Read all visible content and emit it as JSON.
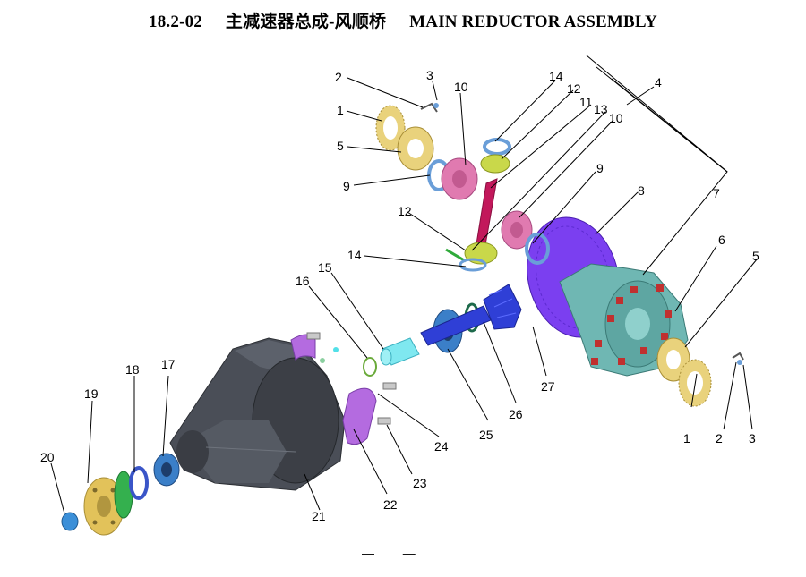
{
  "title": {
    "code": "18.2-02",
    "cn": "主减速器总成-风顺桥",
    "en": "MAIN REDUCTOR ASSEMBLY"
  },
  "callouts": [
    {
      "id": "c1a",
      "text": "1"
    },
    {
      "id": "c2a",
      "text": "2"
    },
    {
      "id": "c3a",
      "text": "3"
    },
    {
      "id": "c10a",
      "text": "10"
    },
    {
      "id": "c14a",
      "text": "14"
    },
    {
      "id": "c12a",
      "text": "12"
    },
    {
      "id": "c11",
      "text": "11"
    },
    {
      "id": "c13",
      "text": "13"
    },
    {
      "id": "c10b",
      "text": "10"
    },
    {
      "id": "c4",
      "text": "4"
    },
    {
      "id": "c5a",
      "text": "5"
    },
    {
      "id": "c9a",
      "text": "9"
    },
    {
      "id": "c9b",
      "text": "9"
    },
    {
      "id": "c8",
      "text": "8"
    },
    {
      "id": "c7",
      "text": "7"
    },
    {
      "id": "c12b",
      "text": "12"
    },
    {
      "id": "c14b",
      "text": "14"
    },
    {
      "id": "c6",
      "text": "6"
    },
    {
      "id": "c5b",
      "text": "5"
    },
    {
      "id": "c15",
      "text": "15"
    },
    {
      "id": "c16",
      "text": "16"
    },
    {
      "id": "c18",
      "text": "18"
    },
    {
      "id": "c17",
      "text": "17"
    },
    {
      "id": "c19",
      "text": "19"
    },
    {
      "id": "c20",
      "text": "20"
    },
    {
      "id": "c21",
      "text": "21"
    },
    {
      "id": "c22",
      "text": "22"
    },
    {
      "id": "c23",
      "text": "23"
    },
    {
      "id": "c24",
      "text": "24"
    },
    {
      "id": "c25",
      "text": "25"
    },
    {
      "id": "c26",
      "text": "26"
    },
    {
      "id": "c27",
      "text": "27"
    },
    {
      "id": "c1b",
      "text": "1"
    },
    {
      "id": "c2b",
      "text": "2"
    },
    {
      "id": "c3b",
      "text": "3"
    }
  ],
  "footer": {
    "left": "—",
    "right": "—"
  },
  "colors": {
    "housing": "#4a4e57",
    "ring_gear": "#7b3ff0",
    "diff_case": "#6fb7b3",
    "bearing": "#e9d27c",
    "pinion": "#2f3fd6",
    "bolt": "#c0302f",
    "side_gear": "#e07ab0",
    "spider": "#c9d84a",
    "washer": "#6a9ed8",
    "flange": "#e2c25a",
    "cap": "#b46be0",
    "seal": "#34b04e",
    "shaft": "#c2185b",
    "spacer": "#7fe8f0",
    "nut": "#3b8fd8"
  }
}
